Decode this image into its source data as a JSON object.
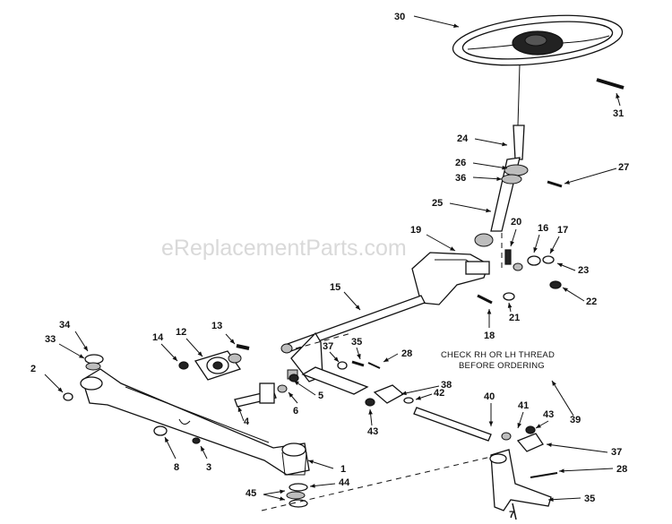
{
  "watermark": "eReplacementParts.com",
  "note_lines": [
    "CHECK RH OR LH THREAD",
    "BEFORE ORDERING"
  ],
  "callouts": [
    {
      "id": "30",
      "text": "30"
    },
    {
      "id": "31",
      "text": "31"
    },
    {
      "id": "24",
      "text": "24"
    },
    {
      "id": "26",
      "text": "26"
    },
    {
      "id": "36",
      "text": "36"
    },
    {
      "id": "27",
      "text": "27"
    },
    {
      "id": "25",
      "text": "25"
    },
    {
      "id": "19",
      "text": "19"
    },
    {
      "id": "20",
      "text": "20"
    },
    {
      "id": "16",
      "text": "16"
    },
    {
      "id": "17",
      "text": "17"
    },
    {
      "id": "23",
      "text": "23"
    },
    {
      "id": "22",
      "text": "22"
    },
    {
      "id": "15",
      "text": "15"
    },
    {
      "id": "18",
      "text": "18"
    },
    {
      "id": "21",
      "text": "21"
    },
    {
      "id": "34",
      "text": "34"
    },
    {
      "id": "33",
      "text": "33"
    },
    {
      "id": "14",
      "text": "14"
    },
    {
      "id": "12",
      "text": "12"
    },
    {
      "id": "13",
      "text": "13"
    },
    {
      "id": "37a",
      "text": "37"
    },
    {
      "id": "35a",
      "text": "35"
    },
    {
      "id": "28a",
      "text": "28"
    },
    {
      "id": "2",
      "text": "2"
    },
    {
      "id": "5",
      "text": "5"
    },
    {
      "id": "38",
      "text": "38"
    },
    {
      "id": "42",
      "text": "42"
    },
    {
      "id": "40",
      "text": "40"
    },
    {
      "id": "4",
      "text": "4"
    },
    {
      "id": "6",
      "text": "6"
    },
    {
      "id": "43a",
      "text": "43"
    },
    {
      "id": "41",
      "text": "41"
    },
    {
      "id": "43b",
      "text": "43"
    },
    {
      "id": "39",
      "text": "39"
    },
    {
      "id": "8",
      "text": "8"
    },
    {
      "id": "3",
      "text": "3"
    },
    {
      "id": "1",
      "text": "1"
    },
    {
      "id": "37b",
      "text": "37"
    },
    {
      "id": "28b",
      "text": "28"
    },
    {
      "id": "44",
      "text": "44"
    },
    {
      "id": "45",
      "text": "45"
    },
    {
      "id": "35b",
      "text": "35"
    },
    {
      "id": "7",
      "text": "7"
    }
  ]
}
